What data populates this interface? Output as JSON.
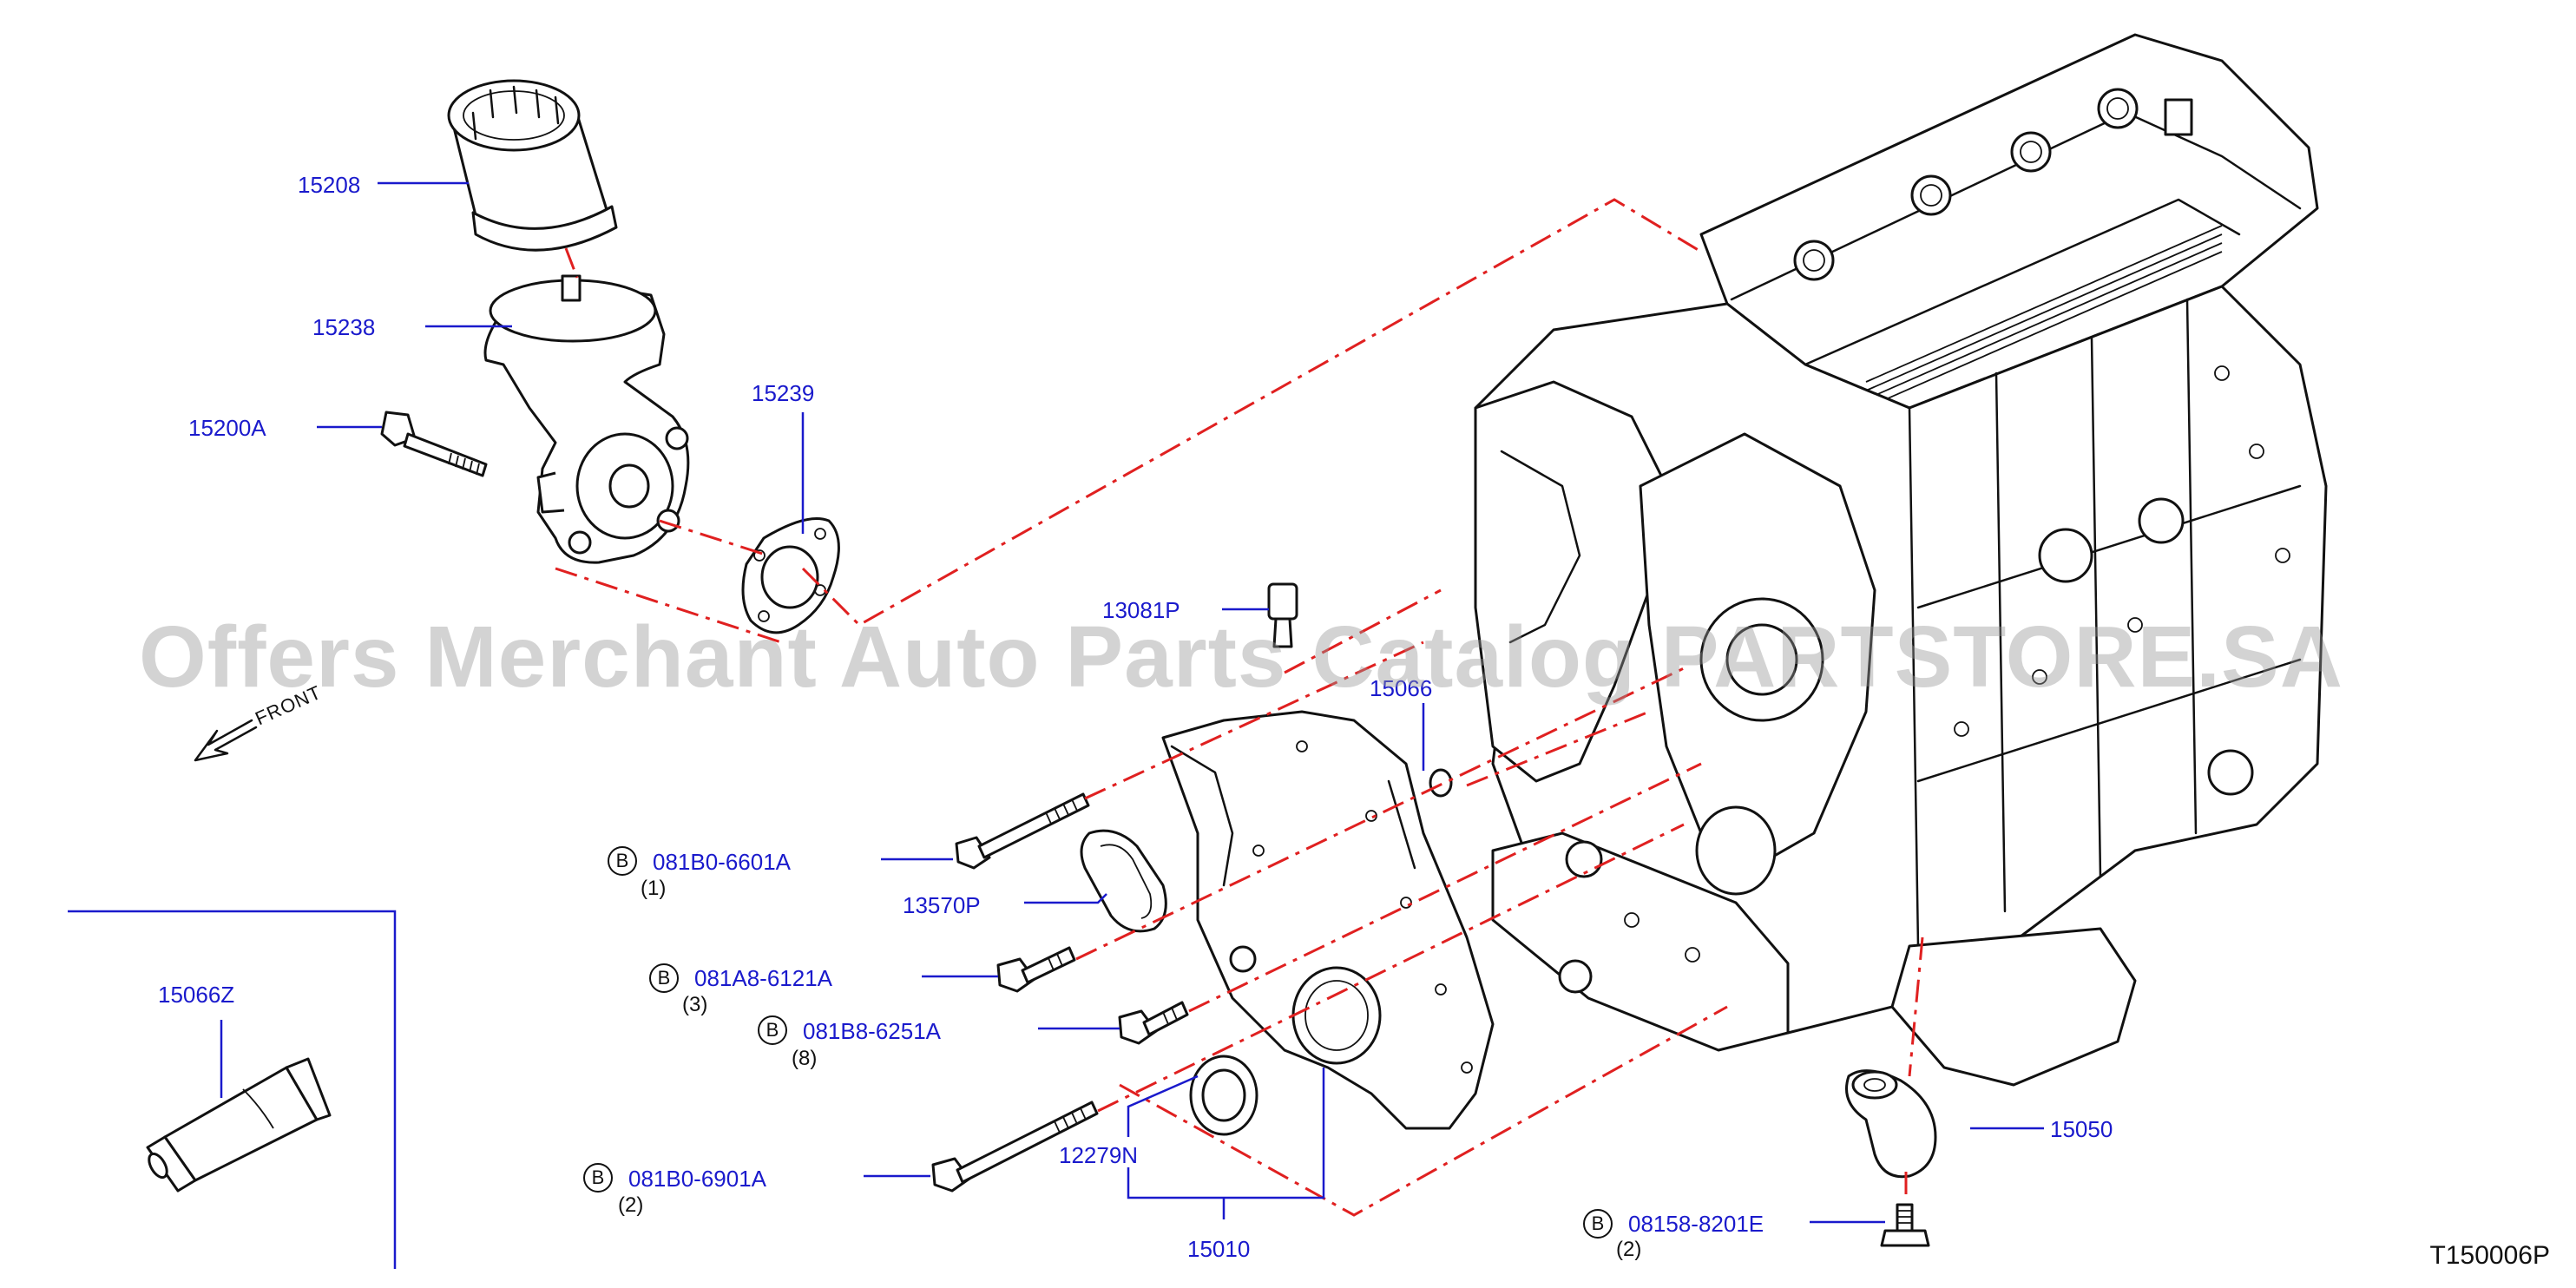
{
  "diagram": {
    "code": "T150006P",
    "watermark": "Offers Merchant Auto Parts Catalog PARTSTORE.SA",
    "front_label": "FRONT",
    "bolt_symbol": "B"
  },
  "parts": {
    "p15208": "15208",
    "p15238": "15238",
    "p15200A": "15200A",
    "p15239": "15239",
    "p13081P": "13081P",
    "p15066": "15066",
    "p13570P": "13570P",
    "p15066Z": "15066Z",
    "p12279N": "12279N",
    "p15010": "15010",
    "p15050": "15050"
  },
  "bolts": [
    {
      "code": "081B0-6601A",
      "qty": "(1)"
    },
    {
      "code": "081A8-6121A",
      "qty": "(3)"
    },
    {
      "code": "081B8-6251A",
      "qty": "(8)"
    },
    {
      "code": "081B0-6901A",
      "qty": "(2)"
    },
    {
      "code": "08158-8201E",
      "qty": "(2)"
    }
  ],
  "colors": {
    "leader": "#1a1acc",
    "dash": "#e02020",
    "line": "#111111"
  }
}
